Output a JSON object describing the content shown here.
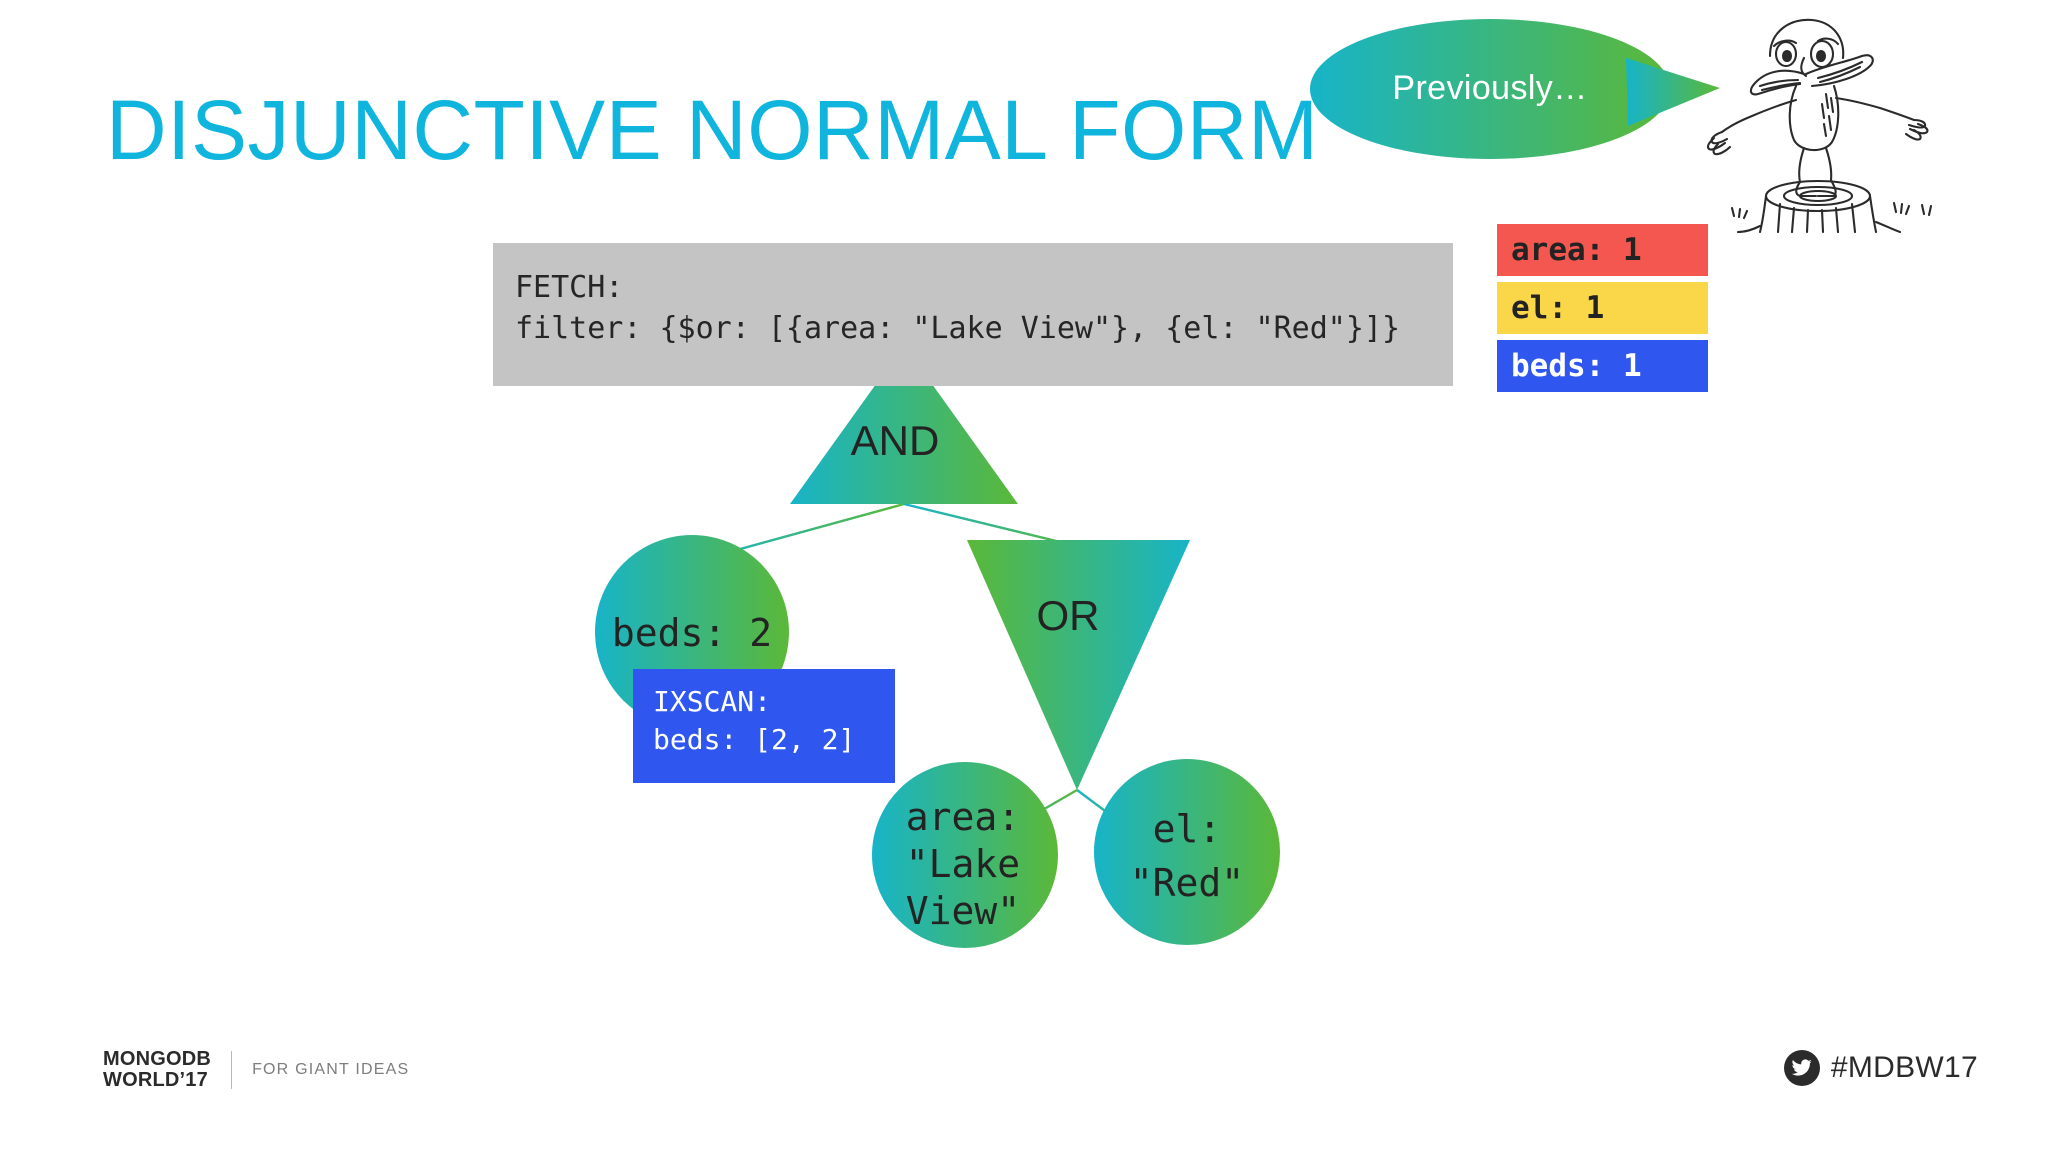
{
  "slide": {
    "title": "DISJUNCTIVE NORMAL FORM",
    "title_color": "#0FB5DC",
    "background": "#ffffff"
  },
  "speech_bubble": {
    "text": "Previously…",
    "gradient_from": "#17B4C8",
    "gradient_to": "#5BB838",
    "text_color": "#ffffff"
  },
  "mascot": {
    "name": "lorax-character-on-stump"
  },
  "code_block": {
    "background": "#C4C4C4",
    "text_color": "#262626",
    "line1": "FETCH:",
    "line2": "filter: {$or: [{area: \"Lake View\"}, {el: \"Red\"}]}"
  },
  "index_legend": {
    "items": [
      {
        "label": "area: 1",
        "bg": "#F4574F",
        "fg": "#232323"
      },
      {
        "label": "el: 1",
        "bg": "#FAD749",
        "fg": "#232323"
      },
      {
        "label": "beds: 1",
        "bg": "#2F57EF",
        "fg": "#ffffff"
      }
    ]
  },
  "tree": {
    "nodes": [
      {
        "id": "and",
        "shape": "triangle-up",
        "label": "AND"
      },
      {
        "id": "beds",
        "shape": "circle",
        "label": "beds: 2"
      },
      {
        "id": "or",
        "shape": "triangle-down",
        "label": "OR"
      },
      {
        "id": "area",
        "shape": "circle",
        "label_lines": [
          "area:",
          "\"Lake",
          "View\""
        ]
      },
      {
        "id": "el",
        "shape": "circle",
        "label_lines": [
          "el:",
          "\"Red\""
        ]
      }
    ],
    "node_gradient_from": "#17B4C8",
    "node_gradient_to": "#5BB838",
    "edge_color": "#2BA8B8",
    "and_label": "AND",
    "or_label": "OR",
    "beds_label": "beds: 2",
    "area_line1": "area:",
    "area_line2": "\"Lake",
    "area_line3": "View\"",
    "el_line1": "el:",
    "el_line2": "\"Red\""
  },
  "ixscan_box": {
    "background": "#2F57EF",
    "text_color": "#ffffff",
    "line1": "IXSCAN:",
    "line2": "beds: [2, 2]"
  },
  "footer": {
    "brand_line1": "MONGODB",
    "brand_line2": "WORLD’17",
    "tagline": "FOR GIANT IDEAS",
    "hashtag": "#MDBW17",
    "twitter_icon": "twitter-bird-icon"
  }
}
